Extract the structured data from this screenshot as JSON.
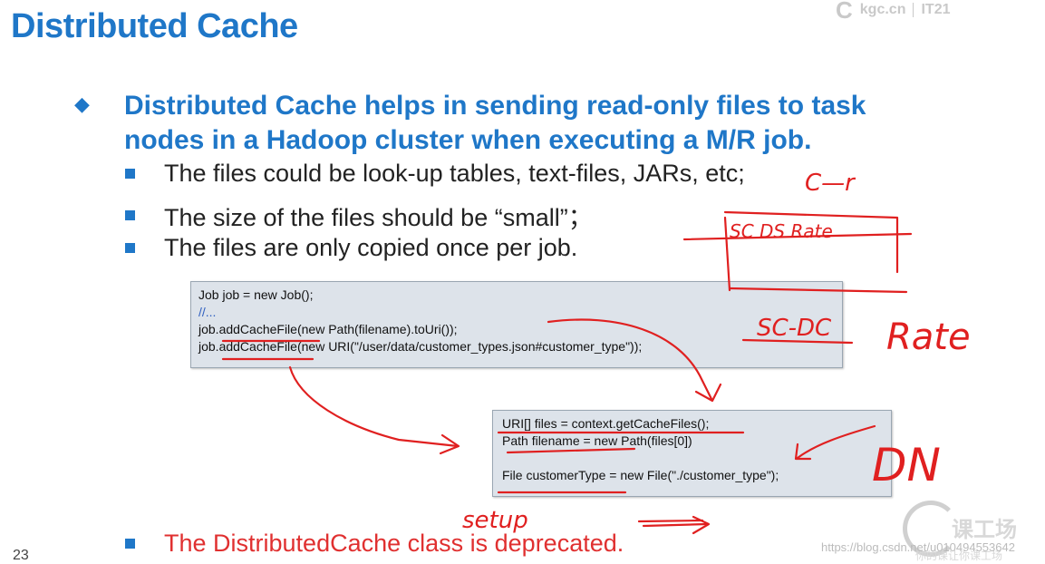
{
  "slide": {
    "title": "Distributed Cache",
    "main_point": "Distributed Cache helps in sending read-only files to task nodes in a Hadoop cluster when executing a M/R job.",
    "sub_points": [
      "The files could be look-up tables, text-files, JARs, etc;",
      "The size of the files should be “small”；",
      "The files are only copied once per job."
    ],
    "deprecated_note": "The DistributedCache class is deprecated.",
    "page_number": "23"
  },
  "code_block_1": [
    "Job job = new Job();",
    "//...",
    "job.addCacheFile(new Path(filename).toUri());",
    "job.addCacheFile(new URI(\"/user/data/customer_types.json#customer_type\"));"
  ],
  "code_block_2": [
    "URI[] files = context.getCacheFiles();",
    "Path filename = new Path(files[0])",
    "",
    "File customerType = new File(\"./customer_type\");"
  ],
  "handwriting": {
    "t_r": "C—r",
    "sc_ds_rate": "SC  DS  Rate",
    "sc_dc": "SC-DC",
    "rate": "Rate",
    "dn": "DN",
    "setup": "setup"
  },
  "branding": {
    "logo_top": "kgc.cn",
    "logo_top_right": "IT21",
    "watermark_logo": "课工场",
    "watermark_logo_sub": "你的课让你课工场",
    "watermark_url": "https://blog.csdn.net/u010494553642"
  },
  "colors": {
    "title_blue": "#1f77c8",
    "ink_red": "#e02020",
    "code_bg": "#dde3ea"
  }
}
